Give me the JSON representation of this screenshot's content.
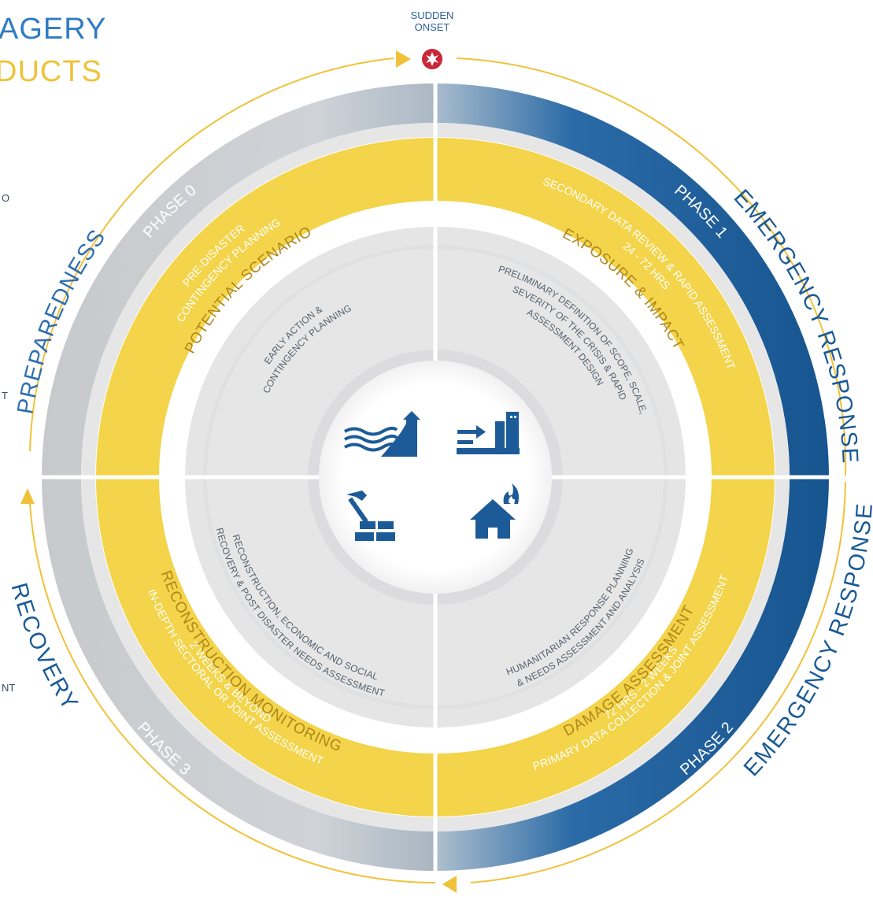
{
  "header": {
    "title_line1": "AGERY",
    "title_line2": "DUCTS",
    "title_color1": "#2f7cc4",
    "title_color2": "#f0c23a"
  },
  "side_fragments": [
    "O",
    "T",
    "NT"
  ],
  "onset": {
    "label_line1": "SUDDEN",
    "label_line2": "ONSET",
    "icon": "explosion-icon"
  },
  "colors": {
    "blue": "#1a5a96",
    "yellow": "#f3d44a",
    "gray_light": "#e5e5e6",
    "gray_ring": "#c6c8cb",
    "accent_text": "#b0861b",
    "icon_blue": "#1c5b98",
    "outer_arrow": "#f0c23a"
  },
  "outer_labels": {
    "preparedness": "PREPAREDNESS",
    "emergency_top": "EMERGENCY RESPONSE",
    "recovery": "RECOVERY",
    "emergency_bottom": "EMERGENCY RESPONSE"
  },
  "phases": {
    "p0": "PHASE 0",
    "p1": "PHASE 1",
    "p2": "PHASE 2",
    "p3": "PHASE 3"
  },
  "yellow_ring": {
    "q0_line1": "PRE-DISASTER",
    "q0_line2": "CONTINGENCY PLANNING",
    "q1_line1": "SECONDARY DATA REVIEW & RAPID ASSESSMENT",
    "q1_line2": "24 - 72 HRS",
    "q2_line1": "PRIMARY DATA COLLECTION & JOINT ASSESSMENT",
    "q2_line2": "72 HRS - 2 WEEKS",
    "q3_line1": "IN-DEPTH SECTORAL OR JOINT ASSESSMENT",
    "q3_line2": "2 WEEKS & BEYOND"
  },
  "headings": {
    "q0": "POTENTIAL SCENARIO",
    "q1": "EXPOSURE & IMPACT",
    "q2": "DAMAGE ASSESSMENT",
    "q3": "RECONSTRUCTION MONITORING"
  },
  "inner": {
    "q0_line1": "EARLY ACTION &",
    "q0_line2": "CONTINGENCY PLANNING",
    "q1_line1": "PRELIMINARY DEFINITION OF SCOPE, SCALE,",
    "q1_line2": "SEVERITY OF THE CRISIS & RAPID",
    "q1_line3": "ASSESSMENT DESIGN",
    "q2_line1": "HUMANITARIAN RESPONSE PLANNING",
    "q2_line2": "& NEEDS ASSESSMENT AND ANALYSIS",
    "q3_line1": "RECONSTRUCTION, ECONOMIC AND SOCIAL",
    "q3_line2": "RECOVERY & POST DISASTER NEEDS ASSESSMENT"
  },
  "center_icons": [
    "flood-icon",
    "storm-surge-icon",
    "reconstruction-icon",
    "burning-house-icon"
  ]
}
